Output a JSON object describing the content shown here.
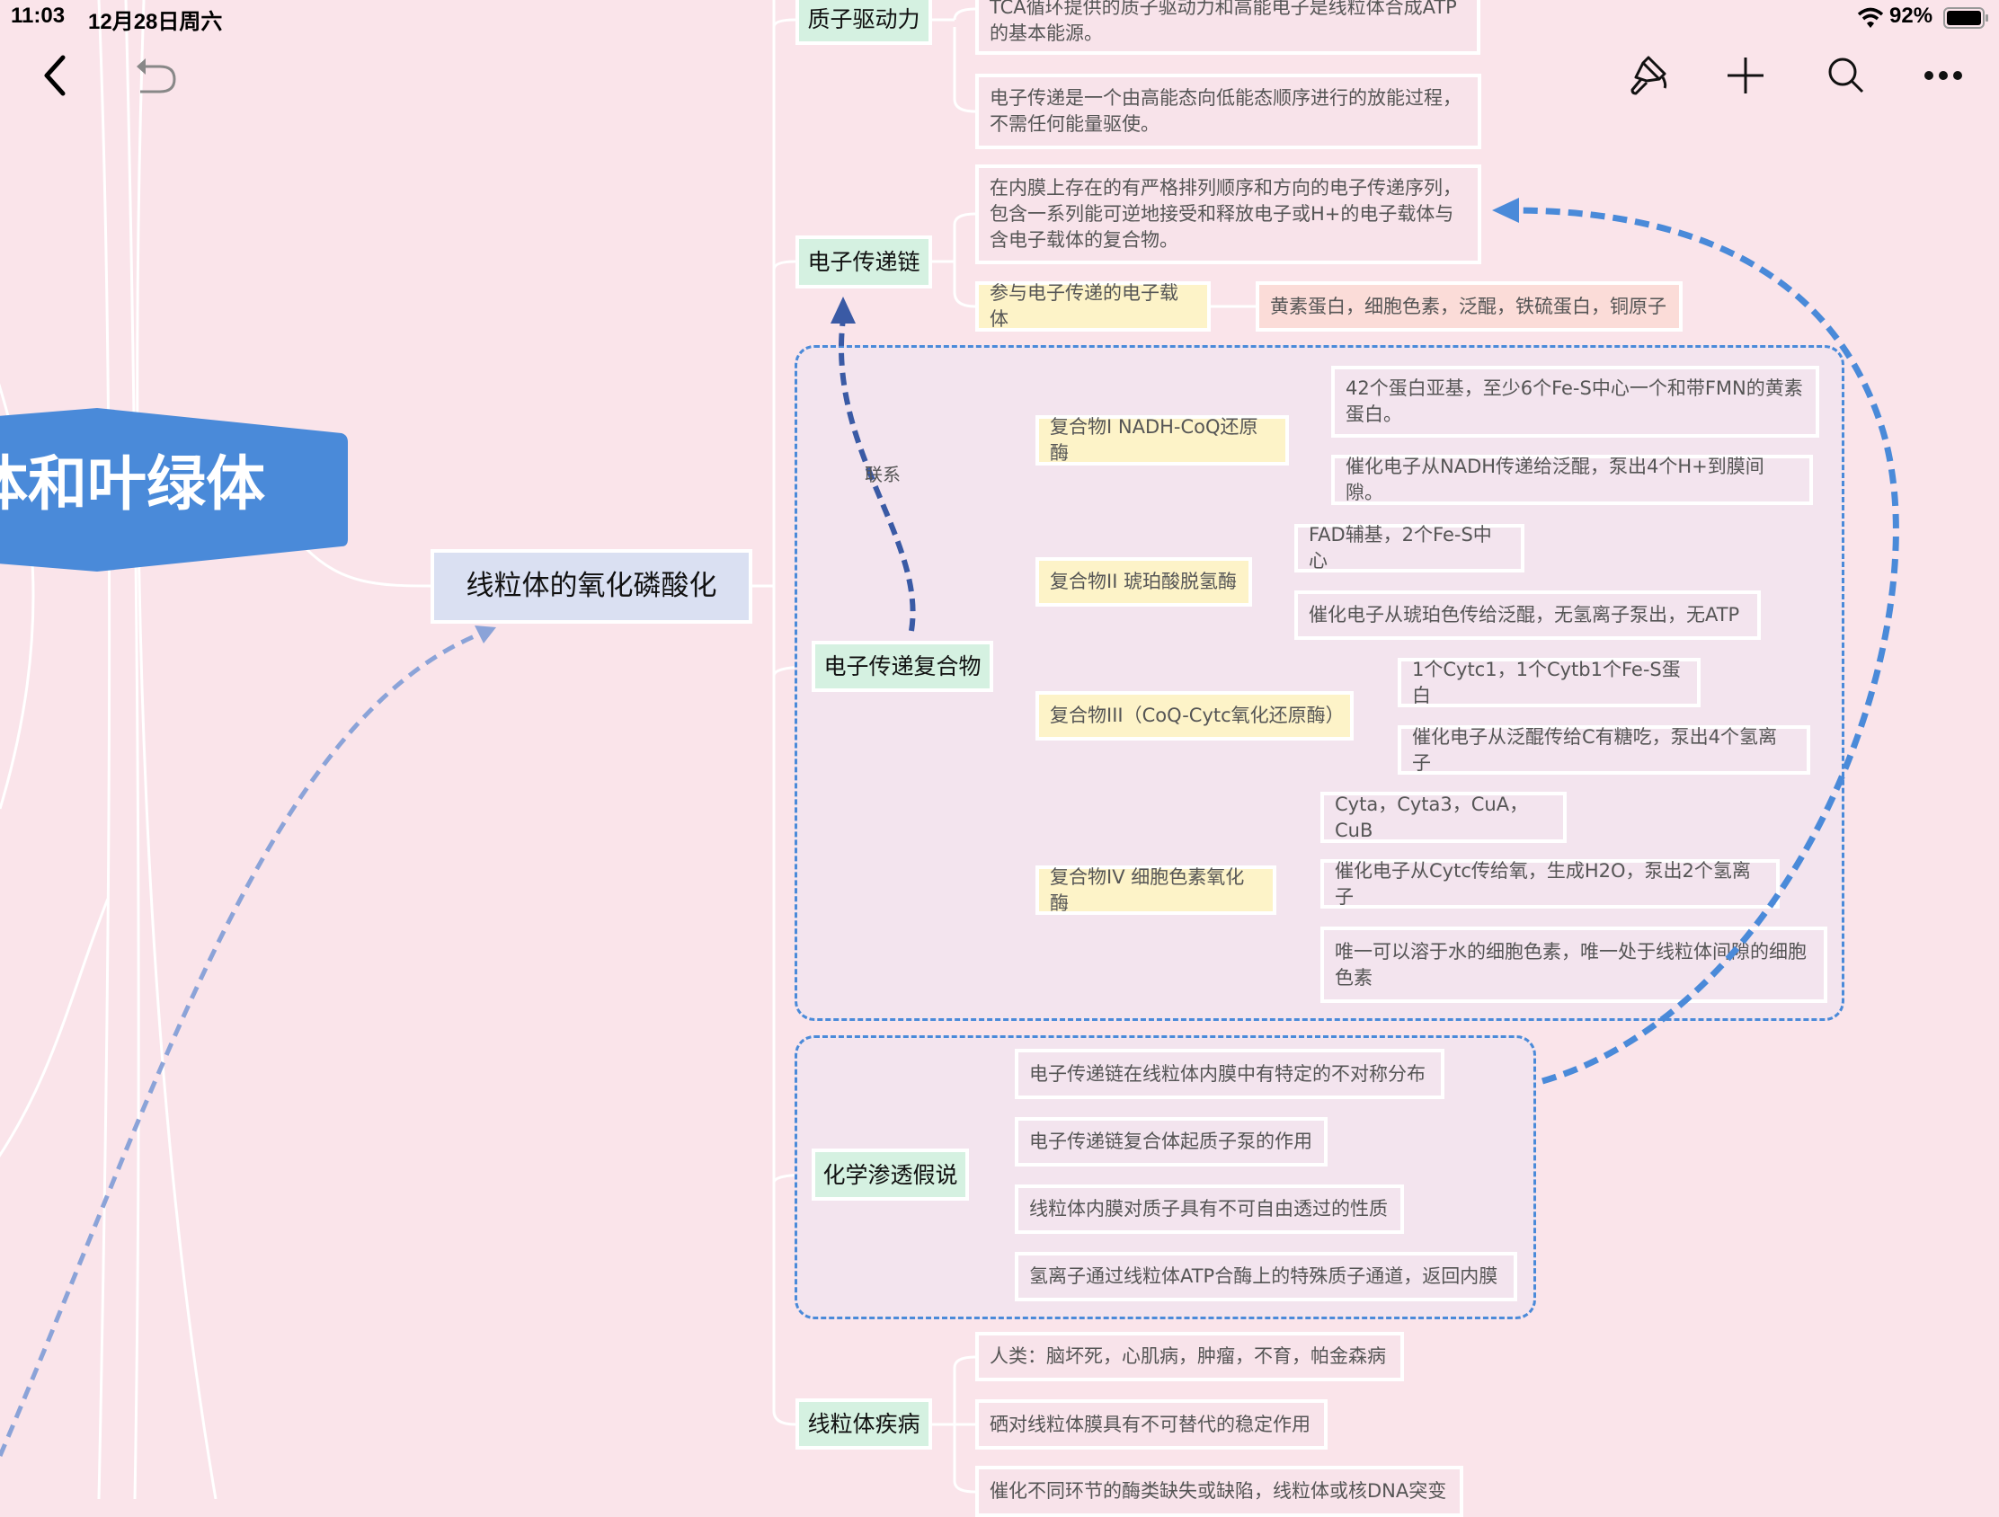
{
  "status_bar": {
    "time": "11:03",
    "date": "12月28日周六",
    "battery": "92%"
  },
  "toolbar": {
    "icons": [
      "back-icon",
      "undo-icon",
      "brush-icon",
      "plus-icon",
      "search-icon",
      "more-icon"
    ]
  },
  "colors": {
    "accent": "#4a8ad9",
    "root": "#4a8ad9",
    "green_node": "#d5f1e1",
    "yellow_node": "#fdf3c8",
    "background": "#fae4ea"
  },
  "map": {
    "root": "线粒体和叶绿体",
    "branch": "线粒体的氧化磷酸化",
    "proton_motive": {
      "label": "质子驱动力",
      "items": [
        "TCA循环提供的质子驱动力和高能电子是线粒体合成ATP的基本能源。",
        "电子传递是一个由高能态向低能态顺序进行的放能过程，不需任何能量驱使。"
      ]
    },
    "etc": {
      "label": "电子传递链",
      "definition": "在内膜上存在的有严格排列顺序和方向的电子传递序列，包含一系列能可逆地接受和释放电子或H+的电子载体与含电子载体的复合物。",
      "carriers_label": "参与电子传递的电子载体",
      "carriers": "黄素蛋白，细胞色素，泛醌，铁硫蛋白，铜原子"
    },
    "relation_label": "联系",
    "complexes": {
      "label": "电子传递复合物",
      "c1": {
        "label": "复合物I NADH-CoQ还原酶",
        "items": [
          "42个蛋白亚基，至少6个Fe-S中心一个和带FMN的黄素蛋白。",
          "催化电子从NADH传递给泛醌，泵出4个H+到膜间隙。"
        ]
      },
      "c2": {
        "label": "复合物II 琥珀酸脱氢酶",
        "items": [
          "FAD辅基，2个Fe-S中心",
          "催化电子从琥珀色传给泛醌，无氢离子泵出，无ATP"
        ]
      },
      "c3": {
        "label": "复合物III（CoQ-Cytc氧化还原酶）",
        "items": [
          "1个Cytc1，1个Cytb1个Fe-S蛋白",
          "催化电子从泛醌传给C有糖吃，泵出4个氢离子"
        ]
      },
      "c4": {
        "label": "复合物IV 细胞色素氧化酶",
        "items": [
          "Cyta，Cyta3，CuA，CuB",
          "催化电子从Cytc传给氧，生成H2O，泵出2个氢离子",
          "唯一可以溶于水的细胞色素，唯一处于线粒体间隙的细胞色素"
        ]
      }
    },
    "chemiosmotic": {
      "label": "化学渗透假说",
      "items": [
        "电子传递链在线粒体内膜中有特定的不对称分布",
        "电子传递链复合体起质子泵的作用",
        "线粒体内膜对质子具有不可自由透过的性质",
        "氢离子通过线粒体ATP合酶上的特殊质子通道，返回内膜"
      ]
    },
    "disease": {
      "label": "线粒体疾病",
      "items": [
        "人类：脑坏死，心肌病，肿瘤，不育，帕金森病",
        "硒对线粒体膜具有不可替代的稳定作用",
        "催化不同环节的酶类缺失或缺陷，线粒体或核DNA突变"
      ]
    }
  }
}
